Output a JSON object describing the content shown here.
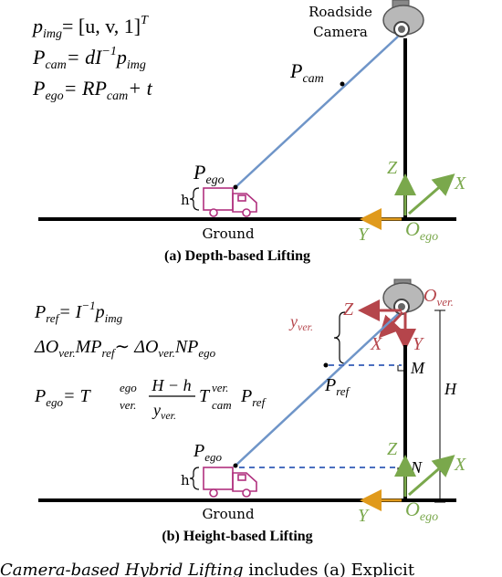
{
  "colors": {
    "ground": "#000000",
    "ray": "#6f95c8",
    "green_axes": "#7aa84c",
    "orange_axis": "#e09a1c",
    "red_axes": "#b5454b",
    "truck": "#b0307e",
    "dashed": "#4b6fbf",
    "camera_gray": "#9a9a9a"
  },
  "panel_a": {
    "eq1": "p",
    "eq1_sub": "img",
    "eq1_rhs": "= [u, v, 1]",
    "eq1_sup": "T",
    "eq2": "P",
    "eq2_sub": "cam",
    "eq2_rhs": "= dI",
    "eq2_sup": "−1",
    "eq2_tail": "p",
    "eq2_tail_sub": "img",
    "eq3": "P",
    "eq3_sub": "ego",
    "eq3_rhs": "= RP",
    "eq3_rhs_sub": "cam",
    "eq3_tail": "+ t",
    "camera_label_1": "Roadside",
    "camera_label_2": "Camera",
    "p_cam": "P",
    "p_cam_sub": "cam",
    "p_ego": "P",
    "p_ego_sub": "ego",
    "h": "h",
    "ground": "Ground",
    "axis_z": "Z",
    "axis_x": "X",
    "axis_y": "Y",
    "origin": "O",
    "origin_sub": "ego",
    "caption": "(a) Depth-based Lifting"
  },
  "panel_b": {
    "eq1": "P",
    "eq1_sub": "ref",
    "eq1_rhs": "= I",
    "eq1_sup": "−1",
    "eq1_tail": "p",
    "eq1_tail_sub": "img",
    "eq2": "ΔO",
    "eq2_sub": "ver.",
    "eq2_mid": "MP",
    "eq2_mid_sub": "ref",
    "eq2_rel": "∼ ΔO",
    "eq2_rel_sub": "ver.",
    "eq2_tail": "NP",
    "eq2_tail_sub": "ego",
    "eq3": "P",
    "eq3_sub": "ego",
    "eq3_rhs": "= T",
    "eq3_t1_sup": "ego",
    "eq3_t1_sub": "ver.",
    "eq3_frac_num": "H − h",
    "eq3_frac_den": "y",
    "eq3_frac_den_sub": "ver.",
    "eq3_t2": "T",
    "eq3_t2_sup": "ver.",
    "eq3_t2_sub": "cam",
    "eq3_tail": "P",
    "eq3_tail_sub": "ref",
    "red_z": "Z",
    "red_x": "X",
    "red_y": "Y",
    "o_ver": "O",
    "o_ver_sub": "ver.",
    "y_ver": "y",
    "y_ver_sub": "ver.",
    "m": "M",
    "n": "N",
    "big_h": "H",
    "p_ref": "P",
    "p_ref_sub": "ref",
    "p_ego": "P",
    "p_ego_sub": "ego",
    "h": "h",
    "ground": "Ground",
    "axis_z": "Z",
    "axis_x": "X",
    "axis_y": "Y",
    "origin": "O",
    "origin_sub": "ego",
    "caption": "(b) Height-based Lifting"
  },
  "footer": {
    "text_start": "Camera-based Hybrid Lifting",
    "text_rest": " includes (a) Explicit"
  }
}
